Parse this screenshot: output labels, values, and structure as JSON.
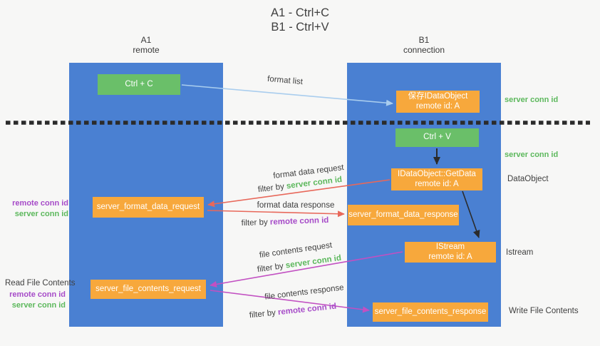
{
  "title": {
    "line1": "A1 - Ctrl+C",
    "line2": "B1 - Ctrl+V"
  },
  "lanes": {
    "left": {
      "name": "A1",
      "subtitle": "remote"
    },
    "right": {
      "name": "B1",
      "subtitle": "connection"
    }
  },
  "boxes": {
    "ctrl_c": "Ctrl + C",
    "ctrl_v": "Ctrl + V",
    "save_dataobject": {
      "line1": "保存IDataObject",
      "line2": "remote id: A"
    },
    "getdata": {
      "line1": "IDataObject::GetData",
      "line2": "remote id: A"
    },
    "istream": {
      "line1": "IStream",
      "line2": "remote id: A"
    },
    "server_format_data_request": "server_format_data_request",
    "server_format_data_response": "server_format_data_response",
    "server_file_contents_request": "server_file_contents_request",
    "server_file_contents_response": "server_file_contents_response"
  },
  "arrow_labels": {
    "format_list": "format list",
    "format_data_request": "format data request",
    "format_data_response": "format data response",
    "file_contents_request": "file contents request",
    "file_contents_response": "file contents response",
    "filter_by": "filter by ",
    "server_conn_id": "server conn id",
    "remote_conn_id": "remote conn id"
  },
  "side_labels": {
    "server_conn_id_save": "server conn id",
    "server_conn_id_paste": "server conn id",
    "dataobject": "DataObject",
    "istream": "Istream",
    "write_file_contents": "Write File Contents",
    "read_file_contents": "Read File Contents",
    "remote_conn_id_format": "remote conn id",
    "server_conn_id_format": "server conn id",
    "remote_conn_id_file": "remote conn id",
    "server_conn_id_file": "server conn id"
  },
  "colors": {
    "lane_blue": "#4a80d2",
    "box_green": "#6abf69",
    "box_orange": "#f7a83c",
    "arrow_light_blue": "#a9cdee",
    "arrow_red": "#e8685a",
    "arrow_magenta": "#c250c2",
    "arrow_black": "#2b2b2b",
    "text_green": "#5cb85c",
    "text_purple": "#a64bc8"
  }
}
